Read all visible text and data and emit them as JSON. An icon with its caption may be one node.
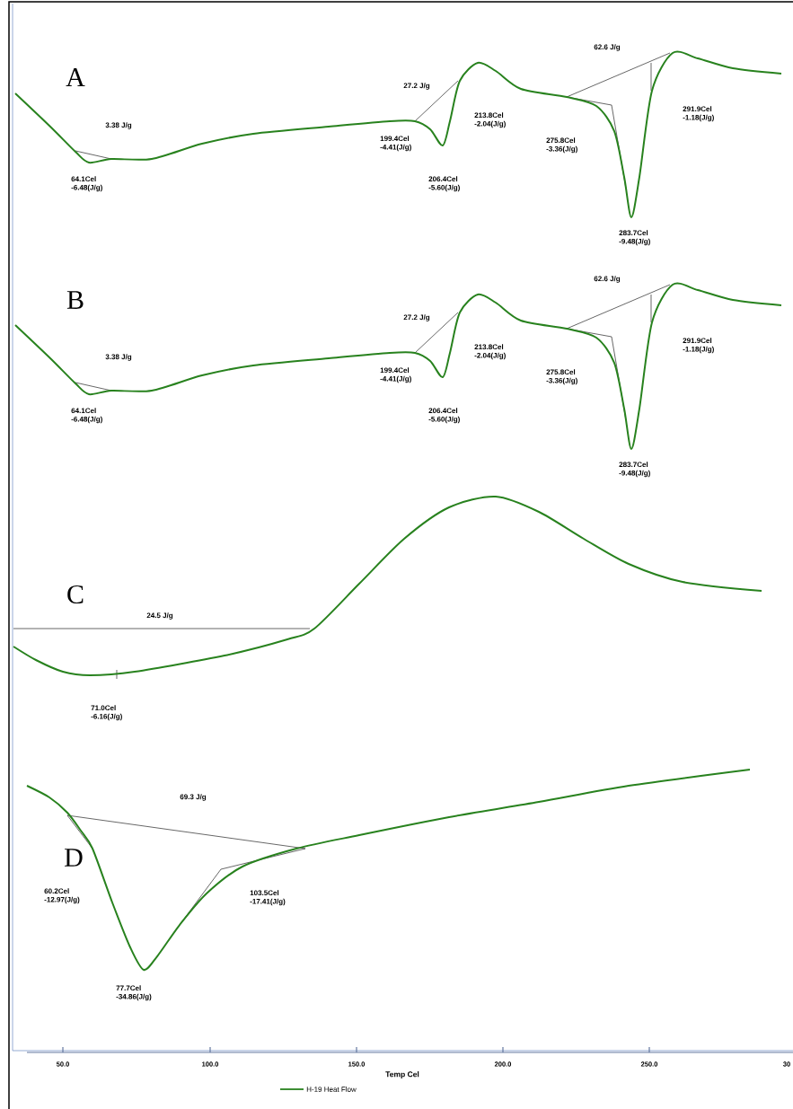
{
  "diagram": {
    "labels": [
      "A",
      "62.6 J/g",
      "27.2 J/g",
      "3.38 J/g",
      "213.8Cel -2.04(J/g)",
      "291.9Cel -1.18(J/g)",
      "199.4Cel -4.41(J/g)",
      "275.8Cel -3.36(J/g)",
      "64.1Cel -6.48(J/g)",
      "206.4Cel -5.60(J/g)",
      "283.7Cel -9.48(J/g)",
      "B",
      "62.6 J/g",
      "27.2 J/g",
      "3.38 J/g",
      "213.8Cel -2.04(J/g)",
      "291.9Cel -1.18(J/g)",
      "199.4Cel -4.41(J/g)",
      "275.8Cel -3.36(J/g)",
      "64.1Cel -6.48(J/g)",
      "206.4Cel -5.60(J/g)",
      "283.7Cel -9.48(J/g)",
      "C",
      "24.5 J/g",
      "71.0Cel -6.16(J/g)",
      "69.3 J/g",
      "D",
      "60.2Cel -12.97(J/g)",
      "103.5Cel -17.41(J/g)",
      "77.7Cel -34.86(J/g)",
      "50.0",
      "100.0",
      "150.0",
      "200.0",
      "250.0",
      "30",
      "Temp Cel"
    ],
    "legend": [
      {
        "text": "H-19 Heat Flow"
      }
    ]
  }
}
